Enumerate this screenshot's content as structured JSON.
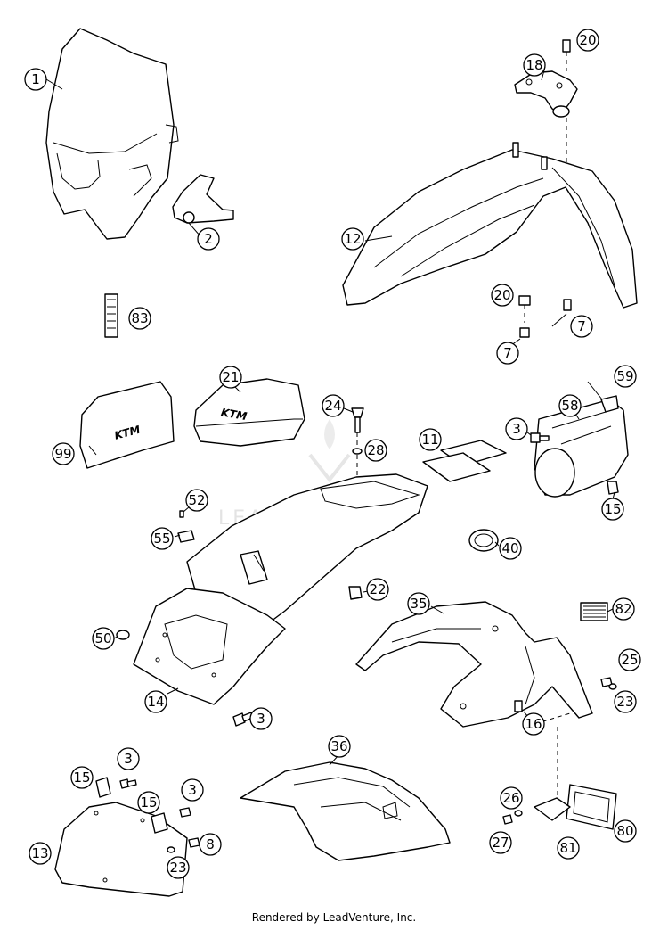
{
  "watermark": "LEADVENTURE",
  "footer": "Rendered by LeadVenture, Inc.",
  "callouts": {
    "c1": "1",
    "c2": "2",
    "c20a": "20",
    "c18": "18",
    "c12": "12",
    "c83": "83",
    "c20b": "20",
    "c7a": "7",
    "c7b": "7",
    "c21": "21",
    "c24": "24",
    "c59": "59",
    "c58": "58",
    "c3a": "3",
    "c99": "99",
    "c28": "28",
    "c11": "11",
    "c52": "52",
    "c55": "55",
    "c15a": "15",
    "c40": "40",
    "c22": "22",
    "c35": "35",
    "c82": "82",
    "c50": "50",
    "c25": "25",
    "c23a": "23",
    "c14": "14",
    "c3b": "3",
    "c16": "16",
    "c36": "36",
    "c3c": "3",
    "c15b": "15",
    "c15c": "15",
    "c3d": "3",
    "c26": "26",
    "c8": "8",
    "c13": "13",
    "c23b": "23",
    "c27": "27",
    "c81": "81",
    "c80": "80"
  }
}
